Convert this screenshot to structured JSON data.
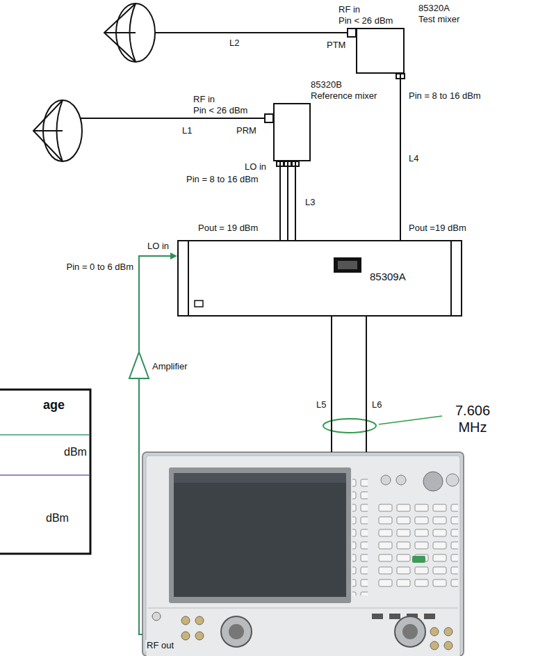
{
  "diagram": {
    "nodes": [
      {
        "text": [
          "85320A Test mixer"
        ]
      },
      {
        "text": [
          "85320B Reference mixer"
        ]
      },
      {
        "text": [
          "85309A"
        ]
      },
      {
        "text": [
          "Amplifier"
        ]
      },
      {
        "text": [
          "RF out"
        ]
      }
    ],
    "edges": [
      {
        "from": 1,
        "to": 2,
        "arrow": "none",
        "label": "L3"
      },
      {
        "from": 0,
        "to": 2,
        "arrow": "none",
        "label": "L4"
      },
      {
        "from": 2,
        "to": 4,
        "arrow": "none",
        "label": "L5"
      },
      {
        "from": 2,
        "to": 4,
        "arrow": "none",
        "label": "L6"
      },
      {
        "from": 4,
        "to": 3,
        "arrow": "none"
      },
      {
        "from": 3,
        "to": 2,
        "arrow": "to"
      }
    ],
    "labels": [
      "RF in",
      "Pin < 26 dBm",
      "L2",
      "PTM",
      "Pin = 8 to 16 dBm",
      "Pout =19 dBm",
      "RF in",
      "Pin < 26 dBm",
      "L1",
      "PRM",
      "LO in",
      "Pin = 8 to 16 dBm",
      "Pout = 19 dBm",
      "LO in",
      "Pin = 0 to 6 dBm",
      "7.606 MHz",
      "age",
      "dBm",
      "dBm"
    ]
  }
}
